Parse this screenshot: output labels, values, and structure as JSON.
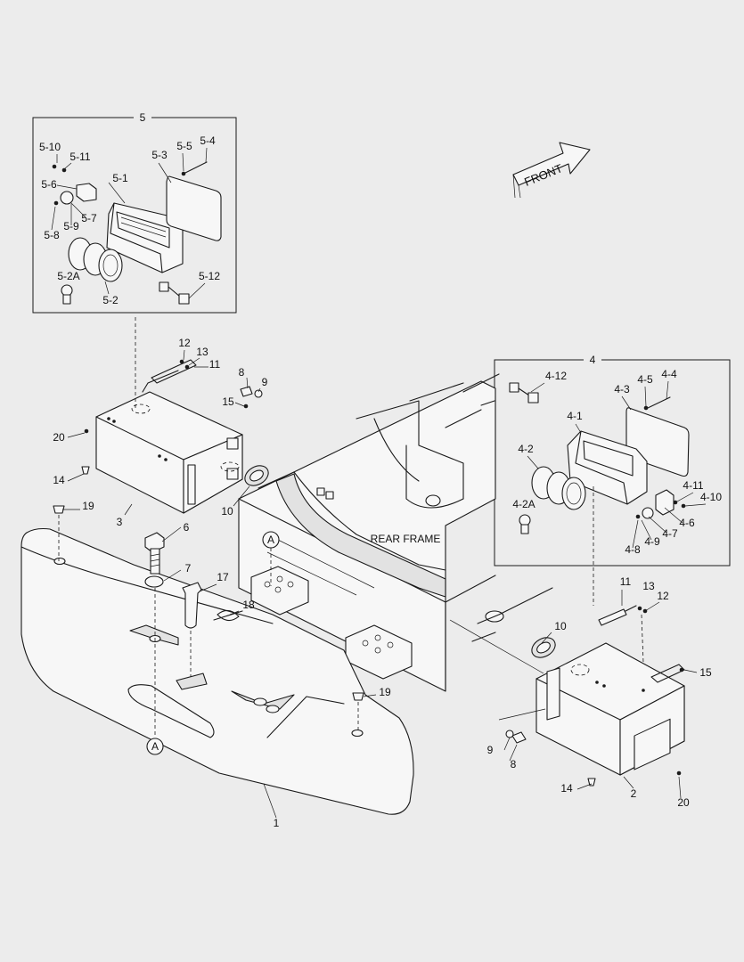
{
  "diagram": {
    "front_label": "FRONT",
    "rear_frame_label": "REAR FRAME",
    "inset_5": {
      "title": "5",
      "parts": [
        "5-10",
        "5-11",
        "5-6",
        "5-7",
        "5-8",
        "5-9",
        "5-1",
        "5-3",
        "5-5",
        "5-4",
        "5-2A",
        "5-2",
        "5-12"
      ]
    },
    "inset_4": {
      "title": "4",
      "parts": [
        "4-12",
        "4-3",
        "4-5",
        "4-4",
        "4-1",
        "4-2",
        "4-2A",
        "4-11",
        "4-10",
        "4-6",
        "4-7",
        "4-9",
        "4-8"
      ]
    },
    "callouts": [
      "1",
      "2",
      "3",
      "6",
      "7",
      "8",
      "8",
      "9",
      "9",
      "10",
      "10",
      "11",
      "11",
      "12",
      "12",
      "13",
      "13",
      "14",
      "14",
      "15",
      "15",
      "17",
      "18",
      "19",
      "19",
      "20",
      "20"
    ],
    "reference_marker": "A"
  }
}
